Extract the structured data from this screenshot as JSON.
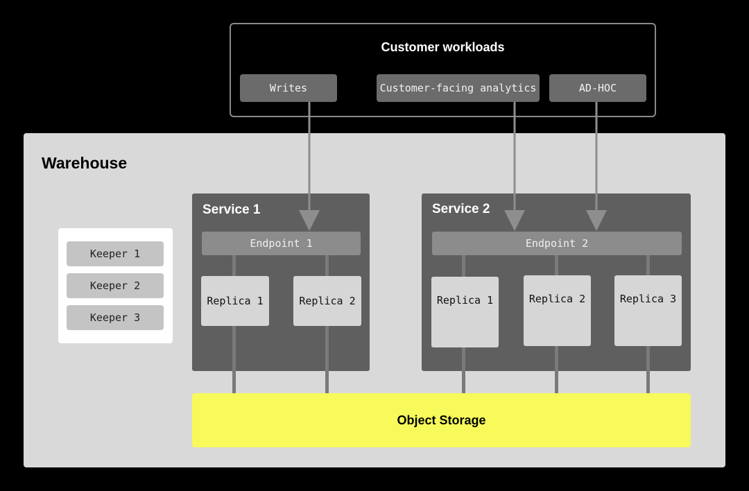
{
  "workloads": {
    "title": "Customer workloads",
    "items": [
      "Writes",
      "Customer-facing analytics",
      "AD-HOC"
    ]
  },
  "warehouse": {
    "title": "Warehouse",
    "keepers": [
      "Keeper 1",
      "Keeper 2",
      "Keeper 3"
    ],
    "services": [
      {
        "title": "Service 1",
        "endpoint": "Endpoint 1",
        "replicas": [
          "Replica 1",
          "Replica 2"
        ]
      },
      {
        "title": "Service 2",
        "endpoint": "Endpoint 2",
        "replicas": [
          "Replica 1",
          "Replica 2",
          "Replica 3"
        ]
      }
    ],
    "storage": "Object Storage"
  },
  "colors": {
    "background": "#000000",
    "warehouse": "#d9d9d9",
    "service": "#5f5f5f",
    "storage": "#f7fa5a"
  }
}
